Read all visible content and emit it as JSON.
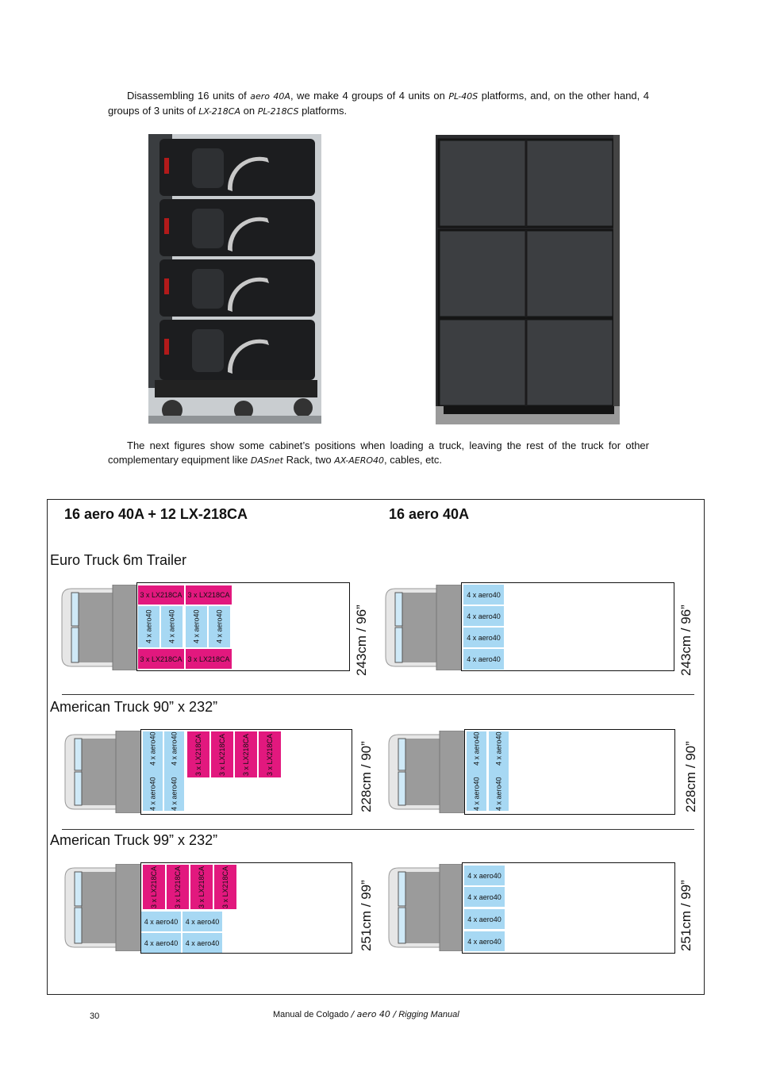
{
  "intro": {
    "p1_a": "Disassembling 16 units of ",
    "p1_aero": "aero 40A",
    "p1_b": ", we make 4 groups of 4 units on ",
    "p1_pl40": "PL-40S",
    "p1_c": " platforms, and, on the other hand, 4 groups of 3 units of ",
    "p1_lx": "LX-218CA",
    "p1_d": " on ",
    "p1_pl218": "PL-218CS",
    "p1_e": " platforms."
  },
  "para2": {
    "a": "The next figures show some cabinet’s positions when loading a truck, leaving the rest of the truck for other complementary equipment like ",
    "dasnet": "DASnet",
    "b": " Rack, two ",
    "ax": "AX-AERO40",
    "c": ", cables, etc."
  },
  "figure": {
    "col1_title": "16 aero 40A + 12 LX-218CA",
    "col2_title": "16 aero 40A",
    "section1": "Euro Truck 6m Trailer",
    "section2": "American Truck 90” x 232”",
    "section3": "American Truck 99” x 232”",
    "dim1": "243cm / 96”",
    "dim2": "228cm / 90”",
    "dim3": "251cm / 99”",
    "lx_label": "3 x LX218CA",
    "aero_label": "4 x aero40"
  },
  "colors": {
    "pink": "#e2187e",
    "blue": "#a7d8f3"
  },
  "footer": {
    "page_number": "30",
    "manual_a": "Manual  de  Colgado ",
    "manual_b": "/ aero 40 /",
    "manual_c": " Rigging  Manual"
  }
}
